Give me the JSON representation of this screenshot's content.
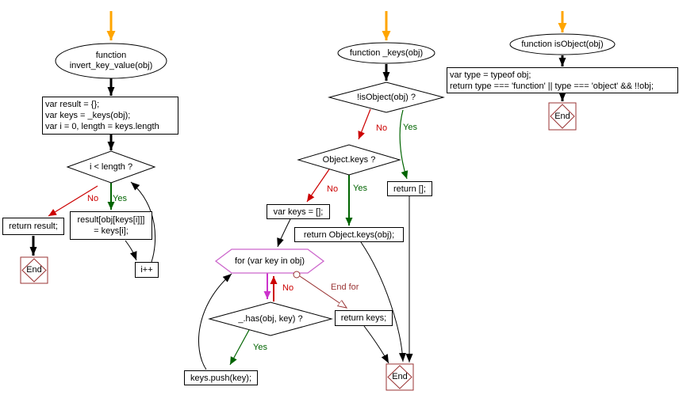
{
  "labels": {
    "no": "No",
    "yes": "Yes",
    "end": "End",
    "end_for": "End for"
  },
  "colors": {
    "background": "#ffffff",
    "node_border": "#000000",
    "entry_arrow": "#ffa500",
    "branch_no": "#cc0000",
    "branch_yes": "#006400",
    "loop_node": "#cc66cc",
    "loop_arrow": "#cc33cc",
    "end_node": "#993333"
  },
  "flowcharts": {
    "invert_key_value": {
      "title_line1": "function",
      "title_line2": "invert_key_value(obj)",
      "init_line1": "var result = {};",
      "init_line2": "var keys = _keys(obj);",
      "init_line3": "var i = 0, length = keys.length",
      "loop_condition": "i < length ?",
      "return_stmt": "return result;",
      "assign_line1": "result[obj[keys[i]]]",
      "assign_line2": "= keys[i];",
      "increment": "i++"
    },
    "keys_fn": {
      "title": "function _keys(obj)",
      "cond_not_isobject": "!isObject(obj) ?",
      "cond_object_keys": "Object.keys ?",
      "return_empty": "return [];",
      "return_object_keys": "return Object.keys(obj);",
      "init_keys": "var keys = [];",
      "for_loop": "for (var key in obj)",
      "cond_has": "_.has(obj, key) ?",
      "push_stmt": "keys.push(key);",
      "return_keys": "return keys;"
    },
    "is_object": {
      "title": "function isObject(obj)",
      "body_line1": "var type = typeof obj;",
      "body_line2": "return type === 'function' || type === 'object' && !!obj;"
    }
  }
}
